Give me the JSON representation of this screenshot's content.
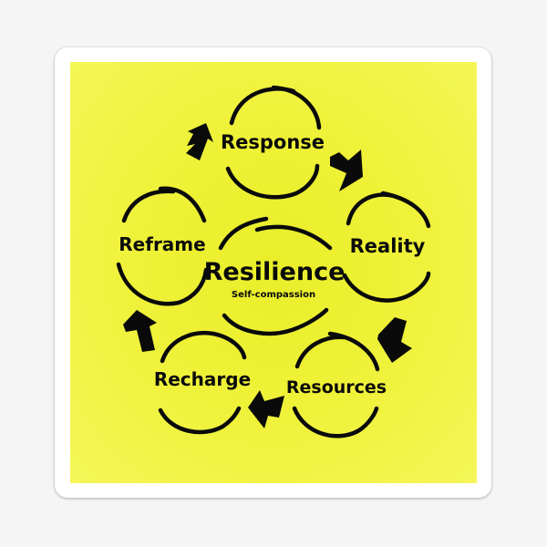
{
  "diagram": {
    "title": "Resilience",
    "subtitle": "Self-compassion",
    "background_color": "#f5f5f5",
    "sticker_border_color": "#ffffff",
    "panel_color": "#eef135",
    "ink_color": "#0a0a0a",
    "center": {
      "label": "Resilience",
      "sublabel": "Self-compassion"
    },
    "cycle": [
      {
        "label": "Response"
      },
      {
        "label": "Reality"
      },
      {
        "label": "Resources"
      },
      {
        "label": "Recharge"
      },
      {
        "label": "Reframe"
      }
    ],
    "arrows": [
      {
        "from": "Response",
        "to": "Reality"
      },
      {
        "from": "Reality",
        "to": "Resources"
      },
      {
        "from": "Resources",
        "to": "Recharge"
      },
      {
        "from": "Recharge",
        "to": "Reframe"
      },
      {
        "from": "Reframe",
        "to": "Response"
      }
    ]
  }
}
